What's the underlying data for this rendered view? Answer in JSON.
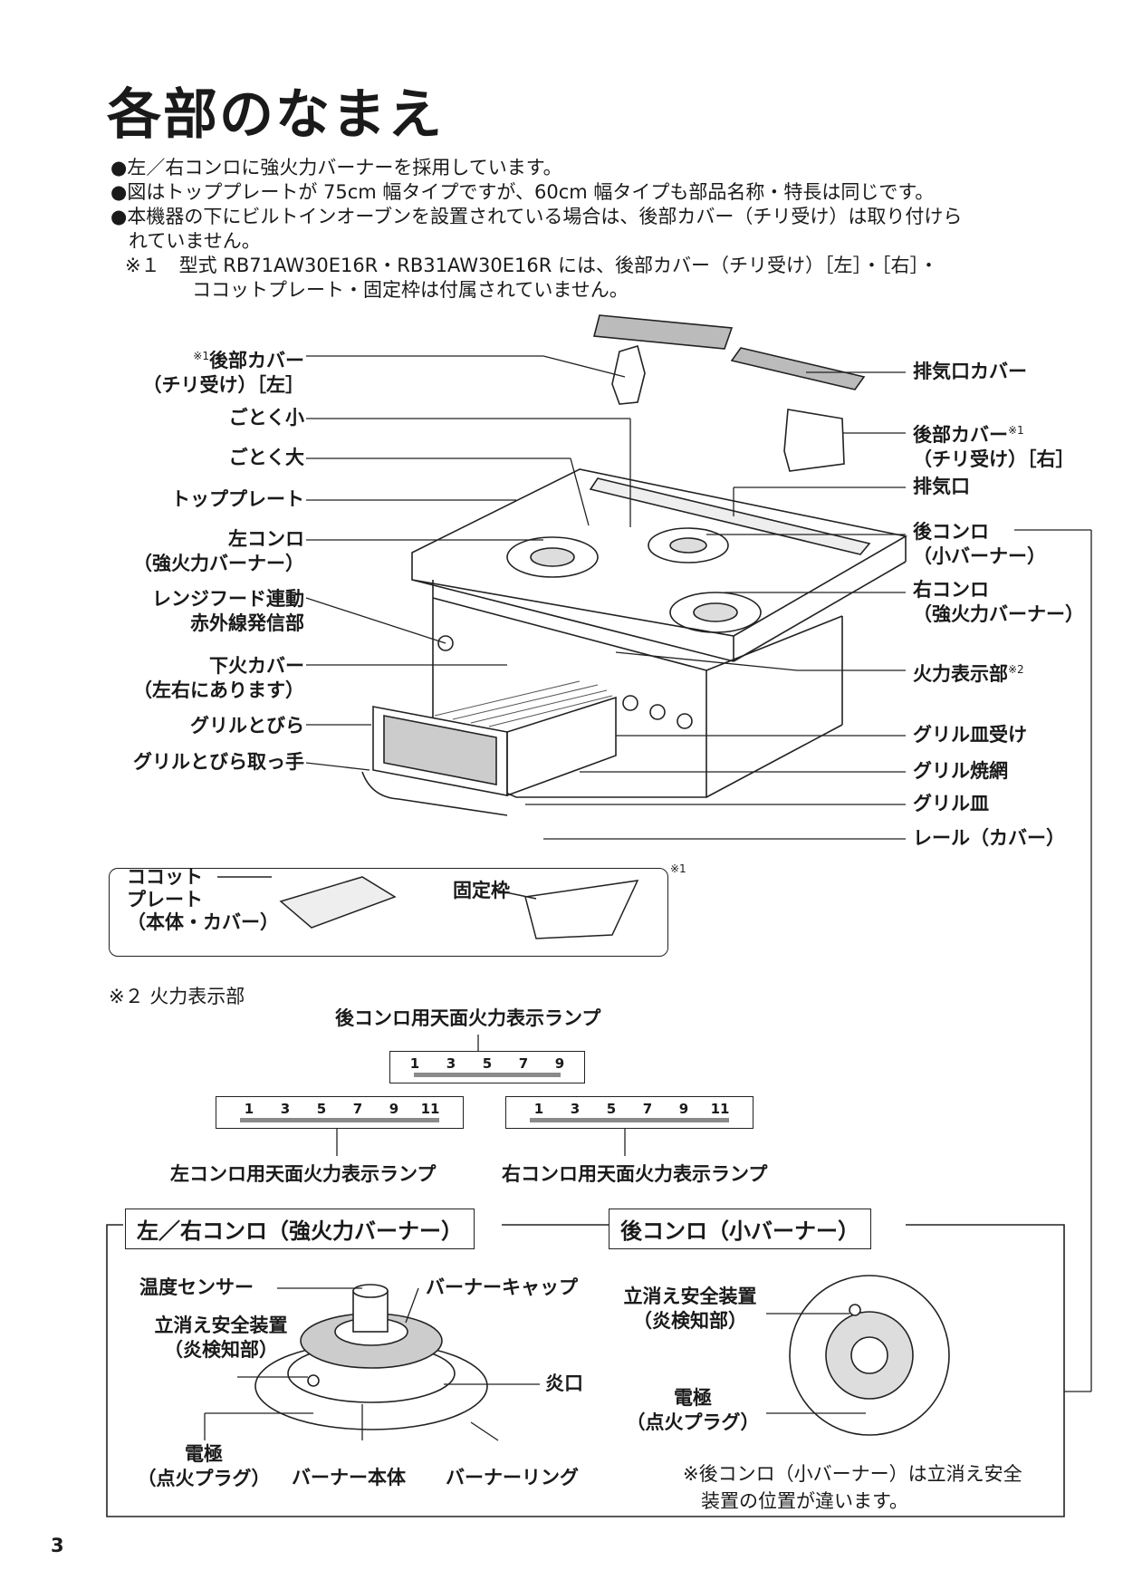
{
  "title": "各部のなまえ",
  "bullets": [
    "●左／右コンロに強火力バーナーを採用しています。",
    "●図はトッププレートが 75cm 幅タイプですが、60cm 幅タイプも部品名称・特長は同じです。",
    "●本機器の下にビルトインオーブンを設置されている場合は、後部カバー（チリ受け）は取り付けら",
    "れていません。",
    "※１　型式 RB71AW30E16R・RB31AW30E16R には、後部カバー（チリ受け）［左］・［右］・",
    "ココットプレート・固定枠は付属されていません。"
  ],
  "labels_left": {
    "rear_cover_left_sup": "※1",
    "rear_cover_left_1": "後部カバー",
    "rear_cover_left_2": "（チリ受け）［左］",
    "gotoku_small": "ごとく小",
    "gotoku_large": "ごとく大",
    "top_plate": "トッププレート",
    "left_konro_1": "左コンロ",
    "left_konro_2": "（強火力バーナー）",
    "rangehood_1": "レンジフード連動",
    "rangehood_2": "赤外線発信部",
    "lower_cover_1": "下火カバー",
    "lower_cover_2": "（左右にあります）",
    "grill_door": "グリルとびら",
    "grill_handle": "グリルとびら取っ手"
  },
  "labels_right": {
    "exhaust_cover": "排気口カバー",
    "rear_cover_right_1": "後部カバー",
    "rear_cover_right_sup": "※1",
    "rear_cover_right_2": "（チリ受け）［右］",
    "exhaust": "排気口",
    "rear_konro_1": "後コンロ",
    "rear_konro_2": "（小バーナー）",
    "right_konro_1": "右コンロ",
    "right_konro_2": "（強火力バーナー）",
    "fire_display": "火力表示部",
    "fire_display_sup": "※2",
    "grill_tray_holder": "グリル皿受け",
    "grill_net": "グリル焼網",
    "grill_tray": "グリル皿",
    "rail": "レール（カバー）"
  },
  "inset": {
    "cocotte_1": "ココット",
    "cocotte_2": "プレート",
    "cocotte_3": "（本体・カバー）",
    "frame": "固定枠",
    "frame_sup": "※1"
  },
  "note2": "※２ 火力表示部",
  "lamps": {
    "rear_title": "後コンロ用天面火力表示ランプ",
    "rear_nums": [
      "1",
      "3",
      "5",
      "7",
      "9"
    ],
    "left_nums": [
      "1",
      "3",
      "5",
      "7",
      "9",
      "11"
    ],
    "right_nums": [
      "1",
      "3",
      "5",
      "7",
      "9",
      "11"
    ],
    "left_title": "左コンロ用天面火力表示ランプ",
    "right_title": "右コンロ用天面火力表示ランプ"
  },
  "burner_section": {
    "head_left": "左／右コンロ（強火力バーナー）",
    "head_right": "後コンロ（小バーナー）",
    "temp_sensor": "温度センサー",
    "burner_cap": "バーナーキャップ",
    "safety_1": "立消え安全装置",
    "safety_2": "（炎検知部）",
    "flame_port": "炎口",
    "electrode_1": "電極",
    "electrode_2": "（点火プラグ）",
    "burner_body": "バーナー本体",
    "burner_ring": "バーナーリング",
    "r_safety_1": "立消え安全装置",
    "r_safety_2": "（炎検知部）",
    "r_electrode_1": "電極",
    "r_electrode_2": "（点火プラグ）",
    "footnote_1": "※後コンロ（小バーナー）は立消え安全",
    "footnote_2": "装置の位置が違います。"
  },
  "page_number": "3"
}
